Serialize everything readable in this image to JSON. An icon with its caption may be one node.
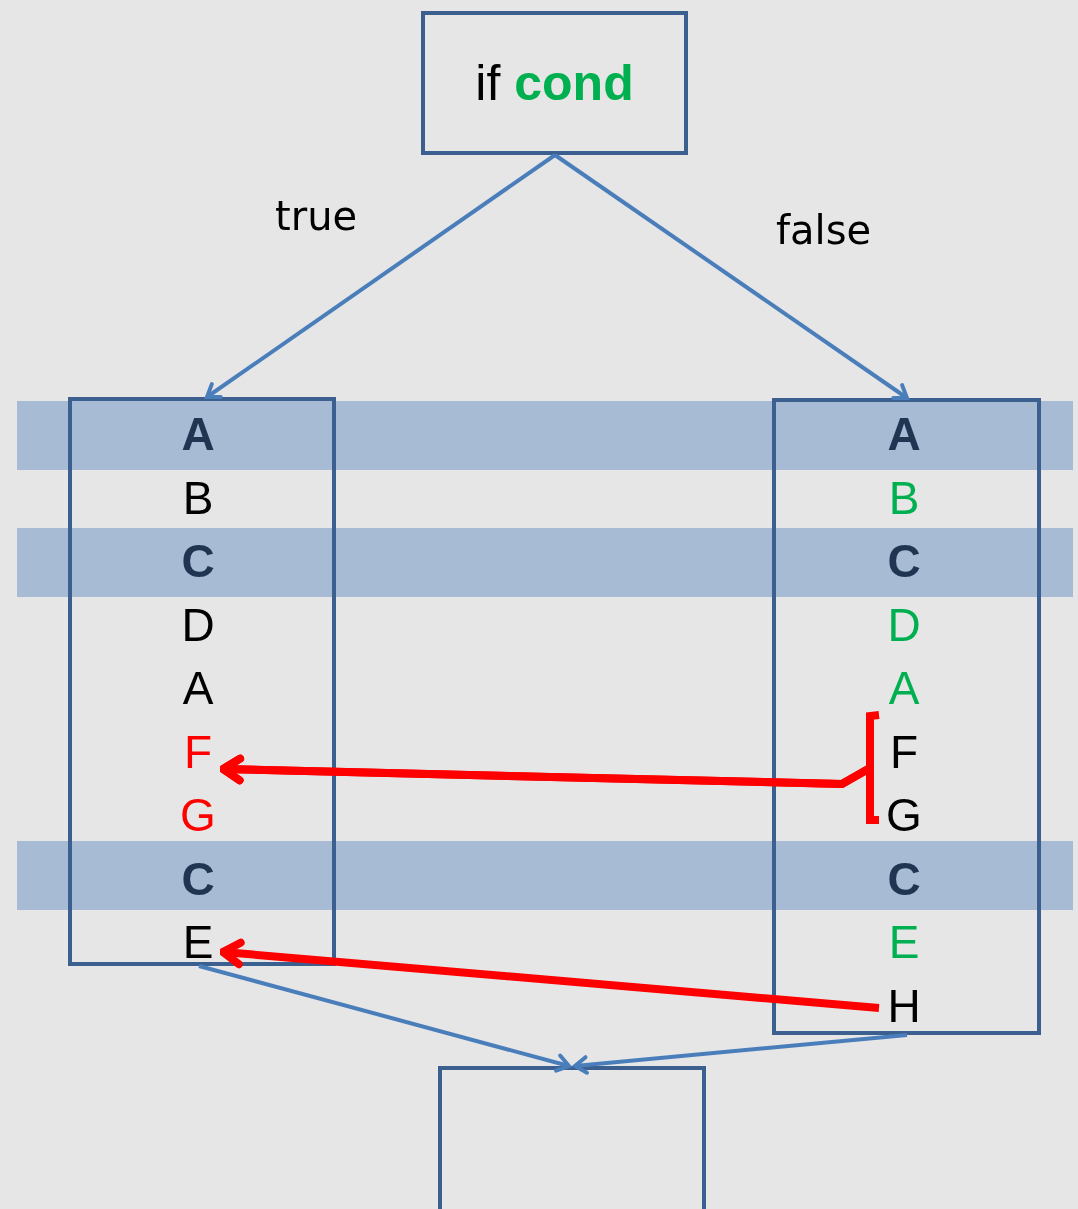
{
  "diagram": {
    "nodes": [
      {
        "text": [
          "if **cond**"
        ]
      },
      {
        "text": [],
        "shape": "box"
      },
      {
        "text": [
          "A"
        ],
        "in": 1
      },
      {
        "text": [
          "B"
        ],
        "in": 1
      },
      {
        "text": [
          "C"
        ],
        "in": 1
      },
      {
        "text": [
          "D"
        ],
        "in": 1
      },
      {
        "text": [
          "A"
        ],
        "in": 1
      },
      {
        "text": [
          "F"
        ],
        "in": 1
      },
      {
        "text": [
          "G"
        ],
        "in": 1
      },
      {
        "text": [
          "C"
        ],
        "in": 1
      },
      {
        "text": [
          "E"
        ],
        "in": 1
      },
      {
        "text": [],
        "shape": "box"
      },
      {
        "text": [
          "A"
        ],
        "in": 11
      },
      {
        "text": [
          "B"
        ],
        "in": 11
      },
      {
        "text": [
          "C"
        ],
        "in": 11
      },
      {
        "text": [
          "D"
        ],
        "in": 11
      },
      {
        "text": [
          "A"
        ],
        "in": 11
      },
      {
        "text": [
          "F"
        ],
        "in": 11
      },
      {
        "text": [
          "G"
        ],
        "in": 11
      },
      {
        "text": [
          "C"
        ],
        "in": 11
      },
      {
        "text": [
          "E"
        ],
        "in": 11
      },
      {
        "text": [
          "H"
        ],
        "in": 11
      },
      {
        "text": [],
        "shape": "box"
      }
    ],
    "edges": [
      {
        "from": 0,
        "to": 1,
        "arrow": "to",
        "label": "true"
      },
      {
        "from": 0,
        "to": 11,
        "arrow": "to",
        "label": "false"
      },
      {
        "from": 1,
        "to": 22,
        "arrow": "to"
      },
      {
        "from": 11,
        "to": 22,
        "arrow": "to"
      },
      {
        "from": 17,
        "to": 7,
        "arrow": "to",
        "style": "thick",
        "color": "#ff0000"
      },
      {
        "from": 18,
        "to": 7,
        "arrow": "to",
        "style": "thick",
        "color": "#ff0000"
      },
      {
        "from": 21,
        "to": 10,
        "arrow": "to",
        "style": "thick",
        "color": "#ff0000"
      }
    ]
  }
}
